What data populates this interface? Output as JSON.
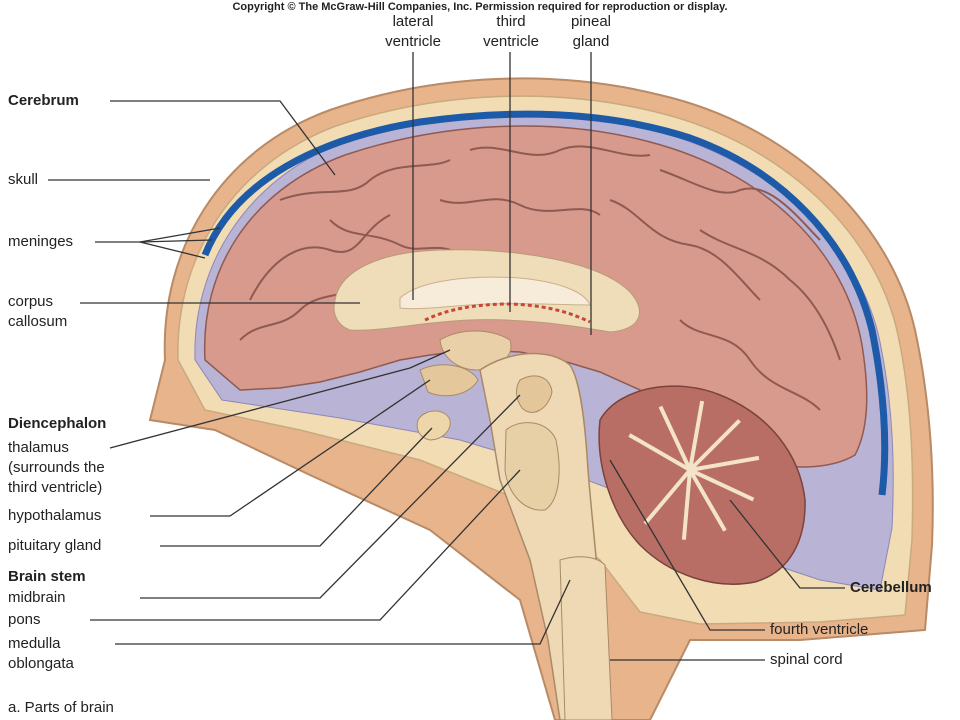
{
  "copyright": "Copyright © The McGraw-Hill Companies, Inc. Permission required for reproduction or display.",
  "caption": "a. Parts of brain",
  "colors": {
    "skin": "#e8b48c",
    "bone": "#f1dcb4",
    "meninges": "#b9b3d6",
    "vein": "#1d5aa8",
    "cortex": "#d89a8d",
    "white_matter": "#efdcb8",
    "stem": "#eed9b4",
    "cerebellum": "#b86e64",
    "leader": "#333333"
  },
  "labels": {
    "lateral_ventricle": [
      "lateral",
      "ventricle"
    ],
    "third_ventricle": [
      "third",
      "ventricle"
    ],
    "pineal_gland": [
      "pineal",
      "gland"
    ],
    "cerebrum": "Cerebrum",
    "skull": "skull",
    "meninges": "meninges",
    "corpus_callosum": [
      "corpus",
      "callosum"
    ],
    "diencephalon": "Diencephalon",
    "thalamus": [
      "thalamus",
      "(surrounds the",
      "third ventricle)"
    ],
    "hypothalamus": "hypothalamus",
    "pituitary_gland": "pituitary gland",
    "brain_stem": "Brain stem",
    "midbrain": "midbrain",
    "pons": "pons",
    "medulla_oblongata": [
      "medulla",
      "oblongata"
    ],
    "cerebellum": "Cerebellum",
    "fourth_ventricle": "fourth ventricle",
    "spinal_cord": "spinal cord"
  }
}
